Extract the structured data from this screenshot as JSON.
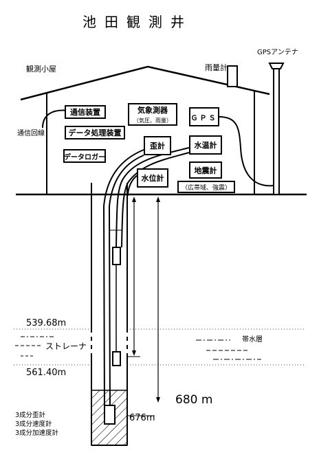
{
  "title": "池田観測井",
  "hut_label": "観測小屋",
  "rain_gauge_label": "雨量計",
  "gps_antenna_label": "GPSアンテナ",
  "comm_line_label": "通信回線",
  "devices": {
    "comm_device": "通信装置",
    "data_processor": "データ処理装置",
    "data_logger": "データロガー",
    "weather_station": "気象測器",
    "weather_sub": "（気圧、雨量）",
    "gps": "ＧＰＳ",
    "strain_meter": "歪計",
    "water_temp_meter": "水温計",
    "water_level_meter": "水位計",
    "seismometer": "地震計",
    "seismometer_sub": "（広帯域、強震）"
  },
  "depths": {
    "strainer_top": "539.68m",
    "strainer_bottom": "561.40m",
    "bottom_sensor": "676m",
    "well_depth": "680 m"
  },
  "strainer_label": "ストレーナ",
  "aquifer_label": "帯水層",
  "borehole_sensors": [
    "3成分歪計",
    "3成分速度計",
    "3成分加速度計"
  ]
}
